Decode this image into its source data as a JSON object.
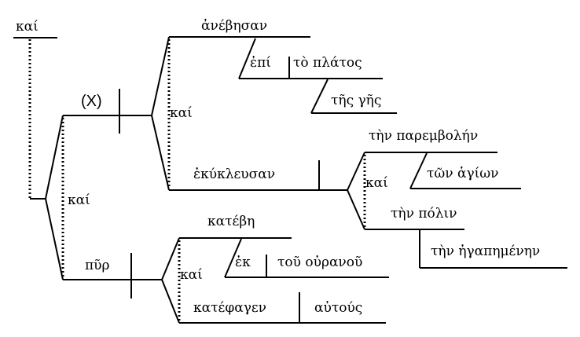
{
  "diagram": {
    "root_conj": "καί",
    "conj_main": "καί",
    "implied_subject": "(X)",
    "conj_upper": "καί",
    "verb_anebesan": "ἀνέβησαν",
    "prep_epi": "ἐπί",
    "obj_platos": "τὸ πλάτος",
    "gen_ges": "τῆς γῆς",
    "verb_ekukleusan": "ἐκύκλευσαν",
    "conj_objects": "καί",
    "obj_parembolen": "τὴν παρεμβολήν",
    "gen_hagion": "τῶν ἁγίων",
    "obj_polin": "τὴν πόλιν",
    "mod_egapemenen": "τὴν ἠγαπημένην",
    "subject_pur": "πῦρ",
    "conj_lower": "καί",
    "verb_katebe": "κατέβη",
    "prep_ek": "ἐκ",
    "obj_ouranou": "τοῦ οὐρανοῦ",
    "verb_katephagen": "κατέφαγεν",
    "obj_autous": "αὐτούς"
  }
}
